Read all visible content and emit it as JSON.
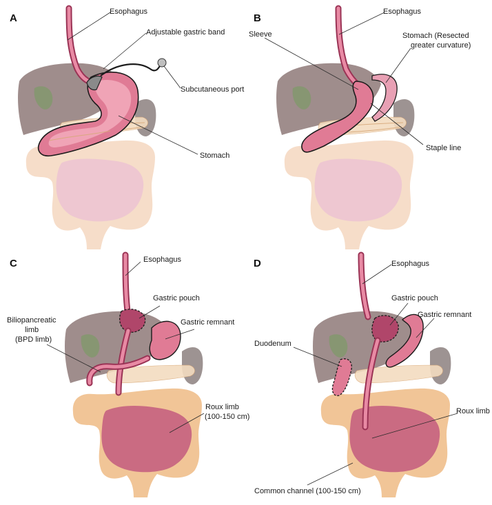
{
  "panels": {
    "a": {
      "letter": "A",
      "esophagus": "Esophagus",
      "band": "Adjustable gastric band",
      "port": "Subcutaneous port",
      "stomach": "Stomach"
    },
    "b": {
      "letter": "B",
      "esophagus": "Esophagus",
      "sleeve": "Sleeve",
      "resected_line1": "Stomach (Resected",
      "resected_line2": "greater curvature)",
      "staple": "Staple line"
    },
    "c": {
      "letter": "C",
      "esophagus": "Esophagus",
      "pouch": "Gastric pouch",
      "remnant": "Gastric remnant",
      "bp_line1": "Biliopancreatic",
      "bp_line2": "limb",
      "bp_line3": "(BPD limb)",
      "roux_line1": "Roux limb",
      "roux_line2": "(100-150 cm)"
    },
    "d": {
      "letter": "D",
      "esophagus": "Esophagus",
      "pouch": "Gastric pouch",
      "remnant": "Gastric remnant",
      "duodenum": "Duodenum",
      "roux": "Roux limb",
      "common": "Common channel (100-150 cm)"
    }
  }
}
